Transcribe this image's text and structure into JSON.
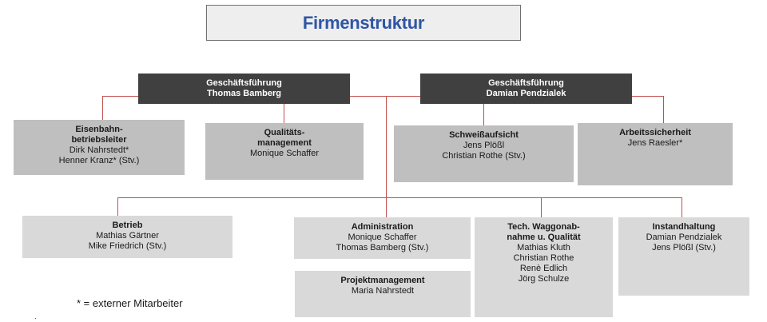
{
  "title": "Firmenstruktur",
  "management": [
    {
      "role": "Geschäftsführung",
      "name": "Thomas Bamberg"
    },
    {
      "role": "Geschäftsführung",
      "name": "Damian Pendzialek"
    }
  ],
  "staff_units": [
    {
      "title": [
        "Eisenbahn-",
        "betriebsleiter"
      ],
      "people": [
        "Dirk Nahrstedt*",
        "Henner Kranz* (Stv.)"
      ]
    },
    {
      "title": [
        "Qualitäts-",
        "management"
      ],
      "people": [
        "Monique Schaffer"
      ]
    },
    {
      "title": [
        "Schweißaufsicht"
      ],
      "people": [
        "Jens Plößl",
        "Christian Rothe (Stv.)"
      ]
    },
    {
      "title": [
        "Arbeitssicherheit"
      ],
      "people": [
        "Jens Raesler*"
      ]
    }
  ],
  "departments": [
    {
      "title": [
        "Betrieb"
      ],
      "people": [
        "Mathias Gärtner",
        "Mike Friedrich (Stv.)"
      ]
    },
    {
      "title": [
        "Administration"
      ],
      "people": [
        "Monique Schaffer",
        "Thomas Bamberg (Stv.)"
      ]
    },
    {
      "title": [
        "Tech. Waggonab-",
        "nahme u. Qualität"
      ],
      "people": [
        "Mathias Kluth",
        "Christian Rothe",
        "Renè Edlich",
        "Jörg Schulze"
      ]
    },
    {
      "title": [
        "Instandhaltung"
      ],
      "people": [
        "Damian Pendzialek",
        "Jens Plößl (Stv.)"
      ]
    }
  ],
  "sub_unit": {
    "title": [
      "Projektmanagement"
    ],
    "people": [
      "Maria Nahrstedt"
    ]
  },
  "footnote": "* = externer Mitarbeiter",
  "colors": {
    "title": "#2f55a4",
    "management_box": "#404040",
    "staff_box": "#bfbfbf",
    "department_box": "#d9d9d9",
    "connector": "#c0504d"
  }
}
